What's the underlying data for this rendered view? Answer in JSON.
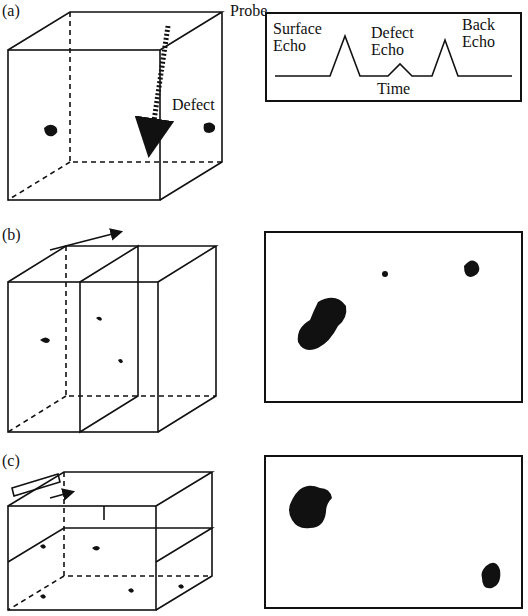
{
  "diagram": {
    "nodes": [
      {
        "text": [
          "Surface Echo",
          "Defect Echo",
          "Back Echo",
          "Time"
        ]
      }
    ],
    "labels": [
      "(a)",
      "Probe",
      "Defect",
      "(b)",
      "(c)"
    ]
  }
}
